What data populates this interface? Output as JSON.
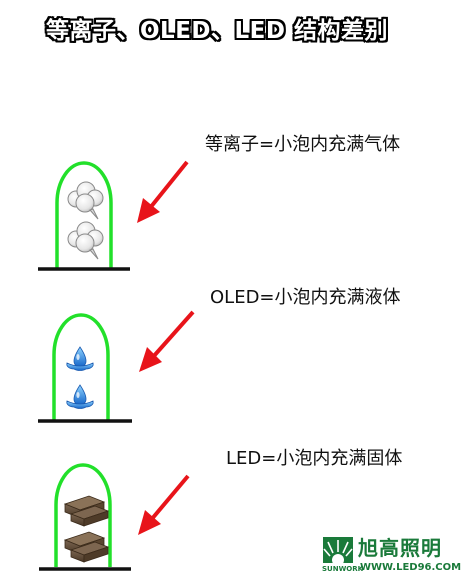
{
  "title": "等离子、OLED、LED 结构差别",
  "panels": [
    {
      "label": "等离子=小泡内充满气体",
      "content": "gas-cloud"
    },
    {
      "label": "OLED=小泡内充满液体",
      "content": "liquid-drop"
    },
    {
      "label": "LED=小泡内充满固体",
      "content": "solid-brick"
    }
  ],
  "colors": {
    "bulb_outline": "#22e02a",
    "arrow": "#e8141a",
    "base": "#111111",
    "brand": "#1a7a3a"
  },
  "logo": {
    "brand": "旭高照明",
    "sub": "SUNWORK",
    "url": "WWW.LED96.COM"
  }
}
